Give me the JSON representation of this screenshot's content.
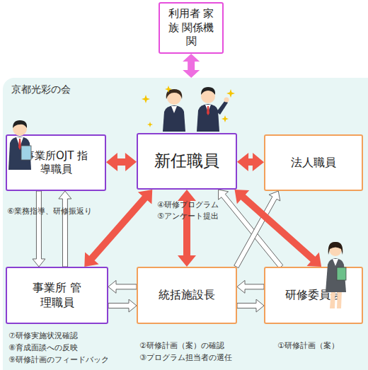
{
  "diagram": {
    "nodes": [
      {
        "text": [
          "利用者 家族 関係機関"
        ]
      },
      {
        "text": [
          "京都光彩の会"
        ]
      },
      {
        "text": [
          "事業所OJT 指導職員"
        ],
        "in": 1
      },
      {
        "text": [
          "新任職員"
        ],
        "in": 1
      },
      {
        "text": [
          "法人職員"
        ],
        "in": 1
      },
      {
        "text": [
          "事業所 管理職員"
        ],
        "in": 1
      },
      {
        "text": [
          "統括施設長"
        ],
        "in": 1
      },
      {
        "text": [
          "研修委員会"
        ],
        "in": 1
      }
    ],
    "edges": [
      {
        "from": 0,
        "to": 1,
        "arrow": "both"
      },
      {
        "from": 2,
        "to": 3,
        "arrow": "both"
      },
      {
        "from": 3,
        "to": 4,
        "arrow": "both"
      },
      {
        "from": 3,
        "to": 5,
        "arrow": "both"
      },
      {
        "from": 3,
        "to": 6,
        "arrow": "both"
      },
      {
        "from": 3,
        "to": 7,
        "arrow": "both"
      },
      {
        "from": 2,
        "to": 5,
        "arrow": "to"
      },
      {
        "from": 5,
        "to": 2,
        "arrow": "to"
      },
      {
        "from": 6,
        "to": 5,
        "arrow": "to"
      },
      {
        "from": 5,
        "to": 6,
        "arrow": "to"
      },
      {
        "from": 7,
        "to": 6,
        "arrow": "to"
      },
      {
        "from": 6,
        "to": 7,
        "arrow": "to"
      },
      {
        "from": 7,
        "to": 3,
        "arrow": "to"
      },
      {
        "from": 6,
        "to": 4,
        "arrow": "to"
      }
    ],
    "labels": [
      "⑥業務指導、研修振返り",
      "④研修プログラム",
      "⑤アンケート提出",
      "⑦研修実施状況確認",
      "⑧育成面談への反映",
      "⑨研修計画のフィードバック",
      "②研修計画（案）の確認",
      "③プログラム担当者の選任",
      "①研修計画（案）"
    ]
  }
}
